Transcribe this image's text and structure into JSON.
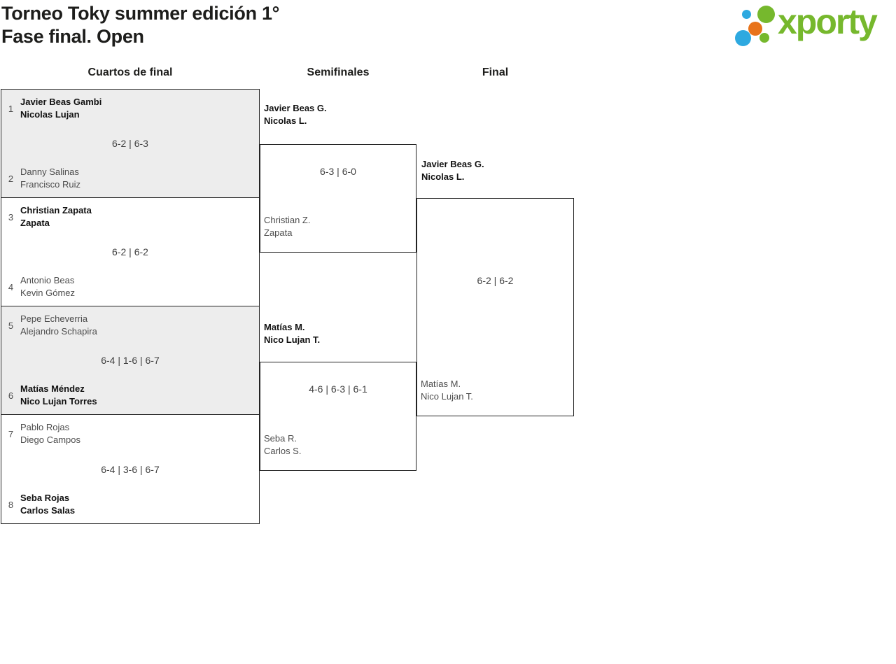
{
  "header": {
    "title_line1": "Torneo Toky summer edición 1°",
    "title_line2": "Fase final. Open",
    "logo_text": "xporty"
  },
  "round_headers": {
    "quarterfinals": "Cuartos de final",
    "semifinals": "Semifinales",
    "final": "Final"
  },
  "colors": {
    "brand_green": "#76b82d",
    "brand_blue": "#2ea9e0",
    "brand_orange": "#e8731a",
    "border": "#232323",
    "match_alt_bg": "#ededed"
  },
  "bracket": {
    "quarterfinals": [
      {
        "seed_top": "1",
        "team_top": [
          "Javier Beas Gambi",
          "Nicolas Lujan"
        ],
        "score": "6-2 | 6-3",
        "seed_bottom": "2",
        "team_bottom": [
          "Danny Salinas",
          "Francisco Ruiz"
        ],
        "winner": "top"
      },
      {
        "seed_top": "3",
        "team_top": [
          "Christian Zapata",
          "Zapata"
        ],
        "score": "6-2 | 6-2",
        "seed_bottom": "4",
        "team_bottom": [
          "Antonio Beas",
          "Kevin Gómez"
        ],
        "winner": "top"
      },
      {
        "seed_top": "5",
        "team_top": [
          "Pepe Echeverria",
          "Alejandro Schapira"
        ],
        "score": "6-4 | 1-6 | 6-7",
        "seed_bottom": "6",
        "team_bottom": [
          "Matías Méndez",
          "Nico Lujan Torres"
        ],
        "winner": "bottom"
      },
      {
        "seed_top": "7",
        "team_top": [
          "Pablo Rojas",
          "Diego Campos"
        ],
        "score": "6-4 | 3-6 | 6-7",
        "seed_bottom": "8",
        "team_bottom": [
          "Seba Rojas",
          "Carlos Salas"
        ],
        "winner": "bottom"
      }
    ],
    "semifinals": [
      {
        "team_top": [
          "Javier Beas G.",
          "Nicolas L."
        ],
        "score": "6-3 | 6-0",
        "team_bottom": [
          "Christian Z.",
          "Zapata"
        ],
        "winner": "top"
      },
      {
        "team_top": [
          "Matías M.",
          "Nico Lujan T."
        ],
        "score": "4-6 | 6-3 | 6-1",
        "team_bottom": [
          "Seba R.",
          "Carlos S."
        ],
        "winner": "top"
      }
    ],
    "final": {
      "team_top": [
        "Javier Beas G.",
        "Nicolas L."
      ],
      "score": "6-2 | 6-2",
      "team_bottom": [
        "Matías M.",
        "Nico Lujan T."
      ],
      "winner": "top"
    }
  }
}
